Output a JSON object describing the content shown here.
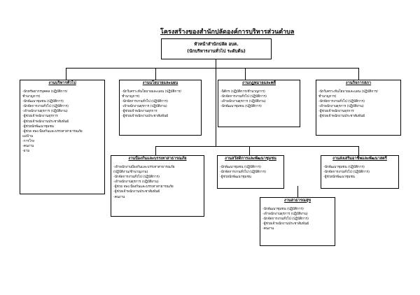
{
  "title": "โครงสร้างของสำนักปลัดองค์การบริหารส่วนตำบล",
  "head": {
    "line1": "หัวหน้าสำนักปลัด อบต.",
    "line2": "(นักบริหารงานทั่วไป ระดับต้น)"
  },
  "units": [
    {
      "title": "งานบริหารทั่วไป",
      "items": [
        "-นักทรัพยากรบุคคล (ปฏิบัติการ/",
        "ชำนาญการ)",
        "-นักพัฒนาชุมชน (ปฏิบัติการ)",
        "-นักจัดการงานทั่วไป (ปฏิบัติการ)",
        "-เจ้าพนักงานธุรการ (ปฏิบัติงาน)",
        "-ผู้ช่วยเจ้าพนักงานธุรการ",
        "-ผู้ช่วยเจ้าพนักงานประชาสัมพันธ์",
        "-ผู้ช่วยนักพัฒนาชุมชน",
        "-ผู้ช่วย จพง.ป้องกันและบรรเทาสาธารณภัย",
        "แม่บ้าน",
        "-การโรง",
        "-คนงาน",
        "-ยาม"
      ]
    },
    {
      "title": "งานนโยบายและแผน",
      "items": [
        "-นักวิเคราะห์นโยบายและแผน (ปฏิบัติการ/",
        "ชำนาญการ)",
        "-นักจัดการงานทั่วไป (ปฏิบัติการ)",
        "-เจ้าพนักงานธุรการ (ปฏิบัติงาน)",
        "-ผู้ช่วยเจ้าพนักงานธุรการ",
        "-ผู้ช่วยเจ้าพนักงานประชาสัมพันธ์"
      ]
    },
    {
      "title": "งานกฎหมายและคดี",
      "items": [
        "-นิติกร (ปฏิบัติการ/ชำนาญการ)",
        "-นักจัดการงานทั่วไป (ปฏิบัติการ)",
        "-เจ้าพนักงานธุรการ (ปฏิบัติงาน)",
        "-นักพัฒนาชุมชน (ปฏิบัติการ)"
      ]
    },
    {
      "title": "งานกิจการสภา",
      "items": [
        "-นักวิเคราะห์นโยบายและแผน (ปฏิบัติการ/",
        "ชำนาญการ)",
        "-นักจัดการงานทั่วไป (ปฏิบัติการ)",
        "-เจ้าพนักงานธุรการ (ปฏิบัติงาน)",
        "-ผู้ช่วยเจ้าพนักงานธุรการ",
        "-ผู้ช่วยเจ้าพนักงานประชาสัมพันธ์"
      ]
    },
    {
      "title": "งานป้องกันและบรรเทาสาธารณภัย",
      "items": [
        "-เจ้าพนักงานป้องกันและบรรเทาสาธารณภัย",
        "(ปฏิบัติงาน/ชำนาญงาน)",
        "-นักจัดการงานทั่วไป (ปฏิบัติการ)",
        "-เจ้าพนักงานธุรการ (ปฏิบัติงาน)",
        "-ผู้ช่วย จพง.ป้องกันและบรรเทาสาธารณภัย",
        "-ผู้ช่วยเจ้าพนักงานประชาสัมพันธ์",
        "-คนงาน"
      ]
    },
    {
      "title": "งานสวัสดิการและพัฒนาชุมชน",
      "items": [
        "-นักพัฒนาชุมชน (ปฏิบัติการ)",
        "-นักจัดการงานทั่วไป (ปฏิบัติการ)",
        "-ผู้ช่วยนักพัฒนาชุมชน"
      ]
    },
    {
      "title": "งานส่งเสริมอาชีพและพัฒนาสตรี",
      "items": [
        "-นักพัฒนาชุมชน (ปฏิบัติการ)",
        "-นักจัดการงานทั่วไป (ปฏิบัติการ)",
        "-ผู้ช่วยนักพัฒนาชุมชน"
      ]
    },
    {
      "title": "งานสาธารณสุข",
      "items": [
        "-นักพัฒนาชุมชน (ปฏิบัติการ)",
        "-เจ้าพนักงานธุรการ (ปฏิบัติงาน)",
        "-นักจัดการงานทั่วไป (ปฏิบัติการ)",
        "-ผู้ช่วยเจ้าพนักงานประชาสัมพันธ์",
        "-คนงาน"
      ]
    }
  ]
}
